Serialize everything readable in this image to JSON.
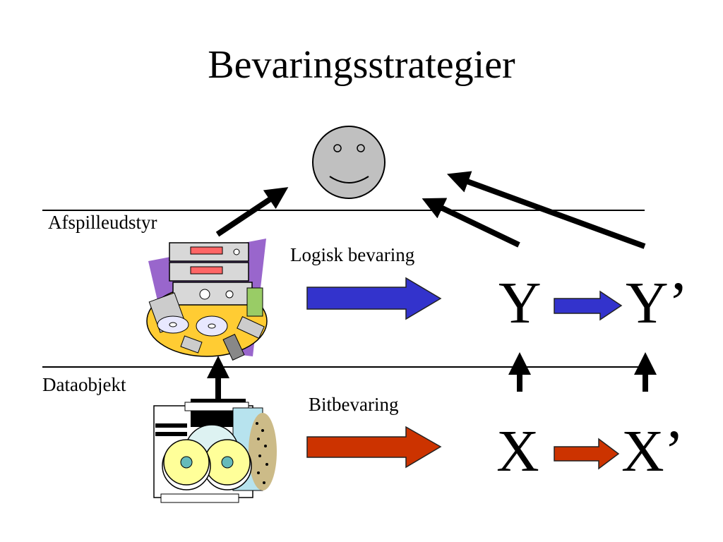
{
  "title": "Bevaringsstrategier",
  "layers": {
    "upper": "Afspilleudstyr",
    "lower": "Dataobjekt"
  },
  "processes": {
    "logical": "Logisk bevaring",
    "bit": "Bitbevaring"
  },
  "symbols": {
    "y": "Y",
    "y_prime": "Y’",
    "x": "X",
    "x_prime": "X’"
  },
  "icons": {
    "user": "smiley-face-icon",
    "equipment": "playback-equipment-clipart",
    "data": "data-discs-clipart"
  },
  "colors": {
    "logical_arrow": "#3333cc",
    "bit_arrow": "#cc3300",
    "face": "#c0c0c0"
  }
}
